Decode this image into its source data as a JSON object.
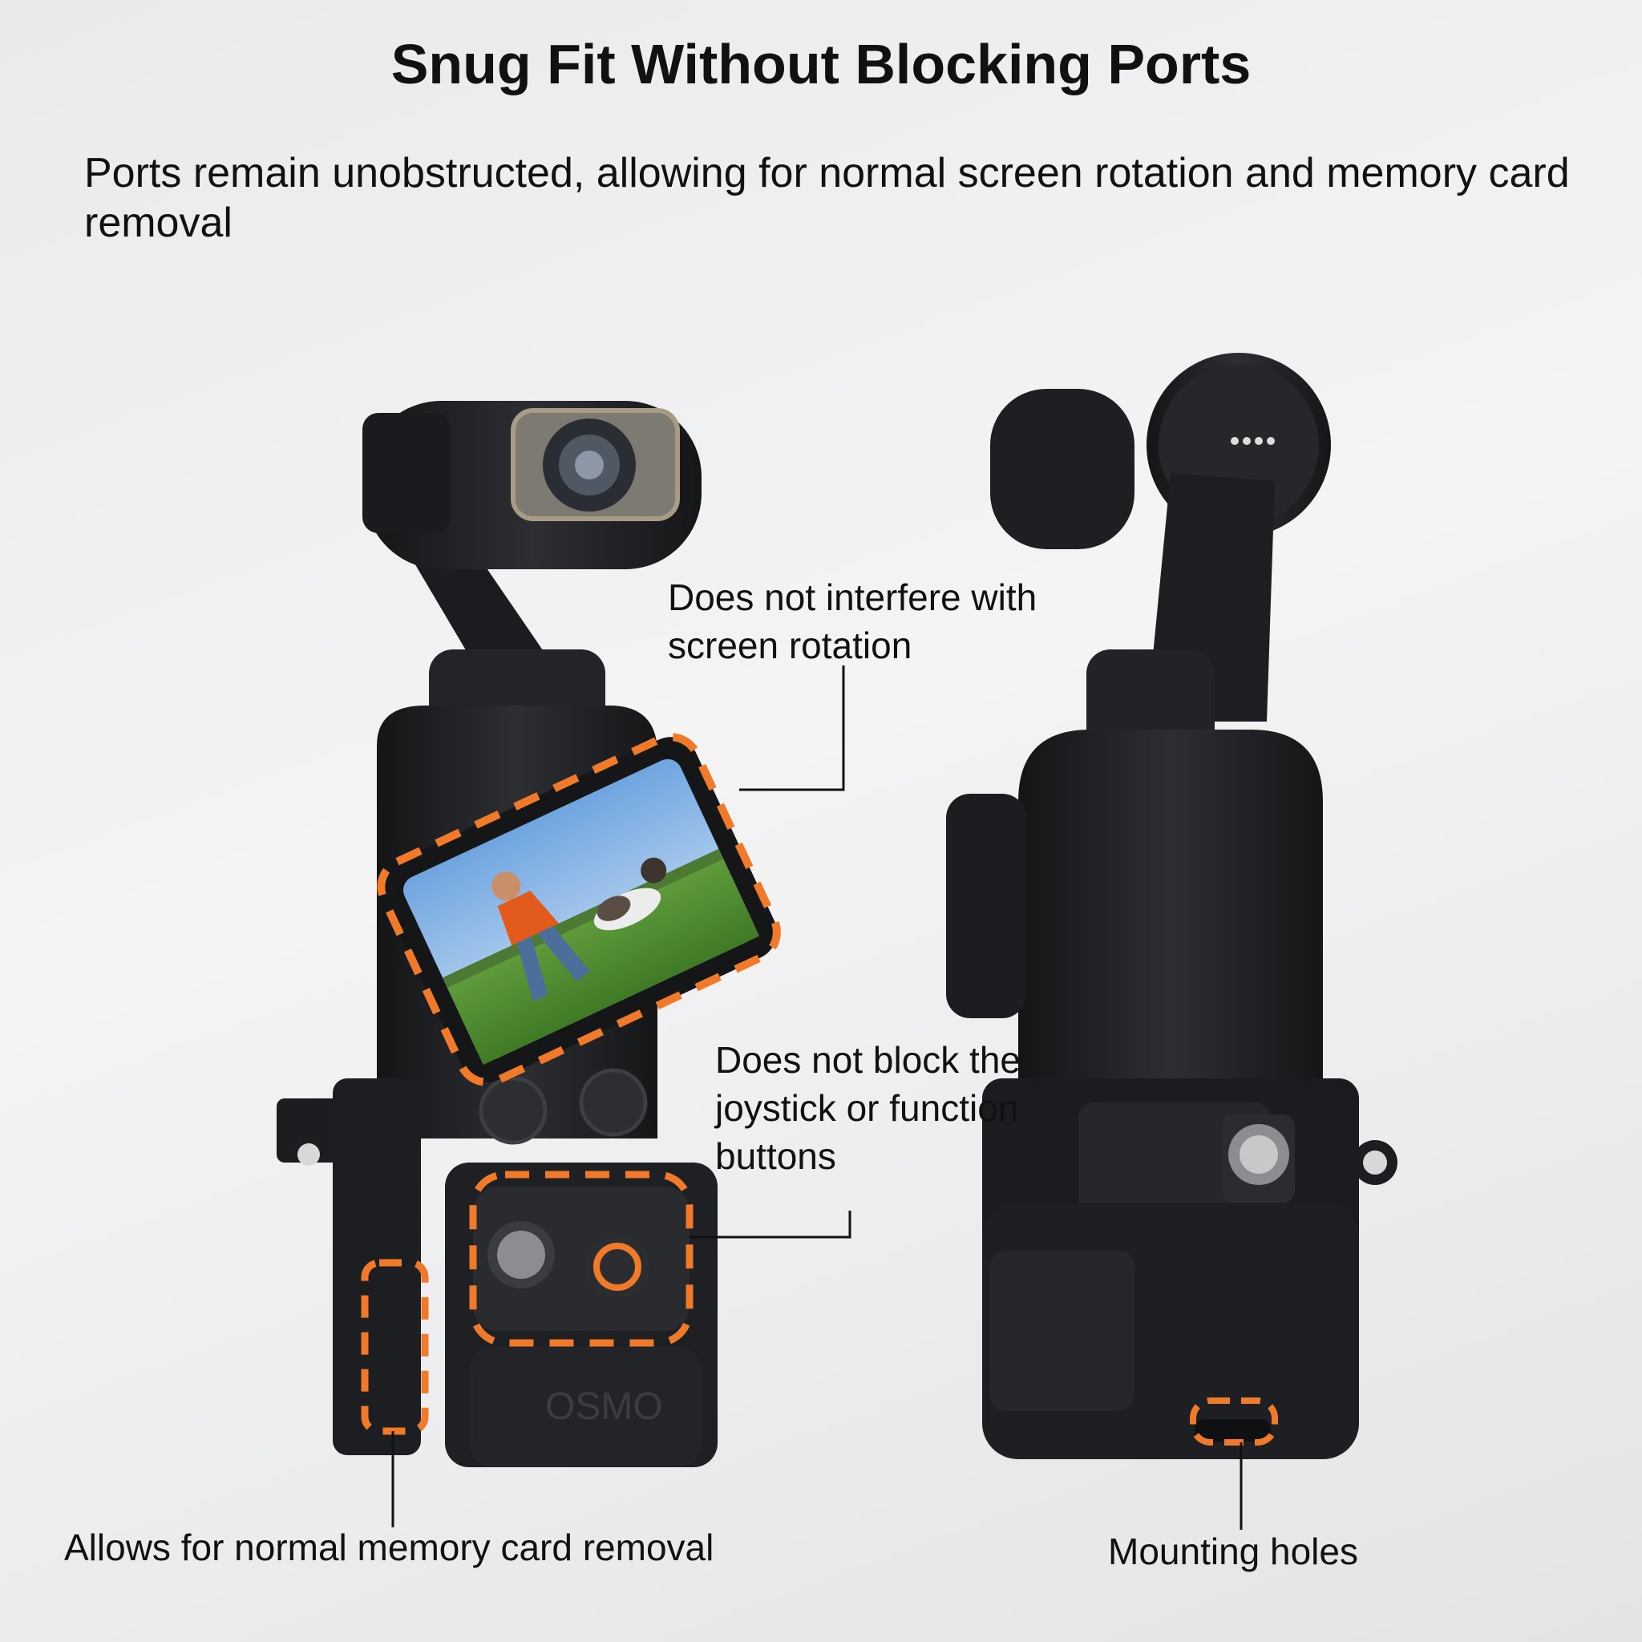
{
  "header": {
    "title": "Snug Fit Without Blocking Ports",
    "subtitle": "Ports remain unobstructed, allowing for normal screen rotation and memory card removal"
  },
  "callouts": {
    "screen_rotation": "Does not interfere with screen rotation",
    "joystick_buttons": "Does not block the joystick or function buttons",
    "memory_card": "Allows for normal memory card removal",
    "mounting_holes": "Mounting holes"
  },
  "product": {
    "body_logo": "OSMO"
  },
  "colors": {
    "highlight": "#f07a2a",
    "camera_body": "#1e1f22",
    "background": "#eeeff0",
    "text": "#111111"
  }
}
